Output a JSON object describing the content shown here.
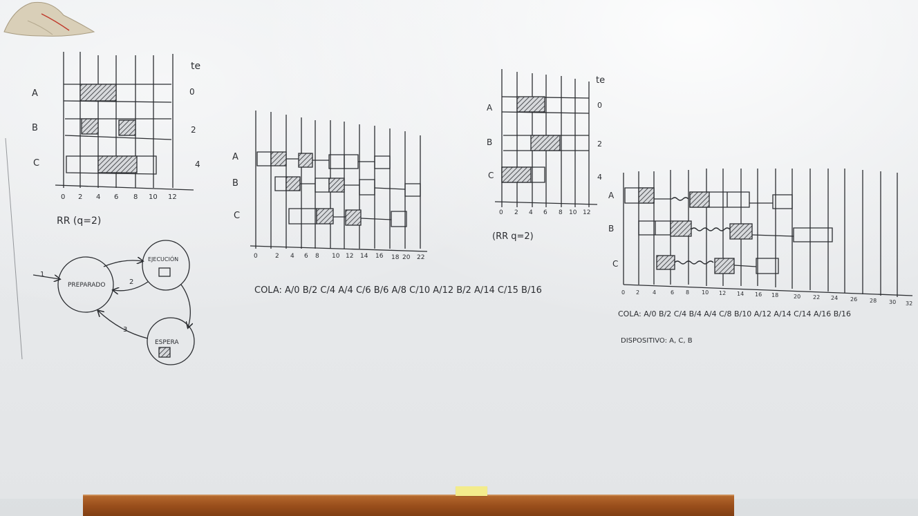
{
  "gantt_left": {
    "header": "te",
    "rows": [
      {
        "label": "A",
        "te": "0"
      },
      {
        "label": "B",
        "te": "2"
      },
      {
        "label": "C",
        "te": "4"
      }
    ],
    "axis": [
      "0",
      "2",
      "4",
      "6",
      "8",
      "10",
      "12"
    ],
    "caption": "RR (q=2)"
  },
  "state_diagram": {
    "states": {
      "ready": "PREPARADO",
      "running": "EJECUCIÓN",
      "waiting": "ESPERA"
    },
    "arrows": [
      "1",
      "2",
      "3"
    ]
  },
  "gantt_middle": {
    "rows": [
      "A",
      "B",
      "C"
    ],
    "axis": [
      "0",
      "2",
      "4",
      "6",
      "8",
      "10",
      "12",
      "14",
      "16",
      "18",
      "20",
      "22"
    ],
    "queue": "COLA: A/0 B/2 C/4 A/4 C/6 B/6 A/8 C/10 A/12 B/2 A/14 C/15 B/16"
  },
  "gantt_right_small": {
    "header": "te",
    "rows": [
      {
        "label": "A",
        "te": "0"
      },
      {
        "label": "B",
        "te": "2"
      },
      {
        "label": "C",
        "te": "4"
      }
    ],
    "axis": [
      "0",
      "2",
      "4",
      "6",
      "8",
      "10",
      "12"
    ],
    "caption": "(RR q=2)"
  },
  "gantt_right": {
    "rows": [
      "A",
      "B",
      "C"
    ],
    "axis": [
      "0",
      "2",
      "4",
      "6",
      "8",
      "10",
      "12",
      "14",
      "16",
      "18",
      "20",
      "22",
      "24",
      "26",
      "28",
      "30",
      "32"
    ],
    "queue": "COLA: A/0 B/2 C/4 B/4 A/4 C/8 B/10 A/12 A/14 C/14 A/16 B/16",
    "device": "DISPOSITIVO: A, C, B"
  }
}
